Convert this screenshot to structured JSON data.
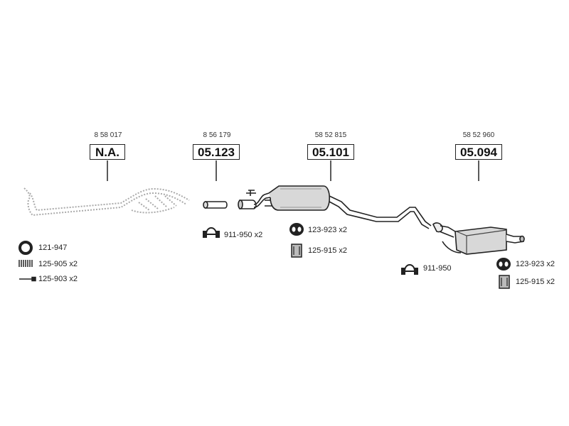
{
  "parts": [
    {
      "oe_number": "8 58 017",
      "part_number": "N.A."
    },
    {
      "oe_number": "8 56 179",
      "part_number": "05.123"
    },
    {
      "oe_number": "58 52 815",
      "part_number": "05.101"
    },
    {
      "oe_number": "58 52 960",
      "part_number": "05.094"
    }
  ],
  "accessories": {
    "front_ring": "121-947",
    "front_spring": "125-905 x2",
    "front_bolt": "125-903 x2",
    "clamp_1": "911-950 x2",
    "hanger_1": "123-923 x2",
    "bracket_1": "125-915 x2",
    "clamp_2": "911-950",
    "hanger_2": "123-923 x2",
    "bracket_2": "125-915 x2"
  }
}
